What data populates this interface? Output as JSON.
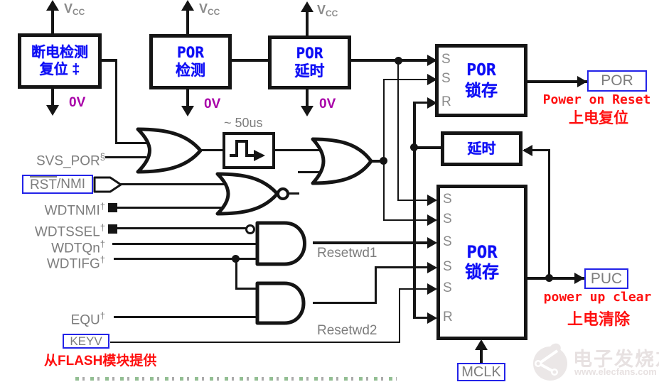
{
  "supply": {
    "vcc": "V",
    "vcc_sub": "CC",
    "gnd": "0V"
  },
  "blocks": {
    "powerdown": {
      "line1": "断电检测",
      "line2": "复位 ‡"
    },
    "por_detect": {
      "line1": "POR",
      "line2": "检测"
    },
    "por_delay": {
      "line1": "POR",
      "line2": "延时"
    },
    "delay": {
      "label": "延时"
    },
    "latch_top": {
      "line1": "POR",
      "line2": "锁存",
      "pins": [
        "S",
        "S",
        "R"
      ]
    },
    "latch_bottom": {
      "line1": "POR",
      "line2": "锁存",
      "pins": [
        "S",
        "S",
        "S",
        "S",
        "S",
        "R"
      ]
    }
  },
  "left_signals": {
    "svs_por": {
      "base": "SVS_POR",
      "sup": "§"
    },
    "rst_nmi": {
      "over": "RST",
      "rest": "/NMI"
    },
    "wdtnmi": {
      "base": "WDTNMI",
      "sup": "†"
    },
    "wdtssel": {
      "base": "WDTSSEL",
      "sup": "†"
    },
    "wdtqn": {
      "base": "WDTQn",
      "sup": "†"
    },
    "wdtifg": {
      "base": "WDTIFG",
      "sup": "†"
    },
    "equ": {
      "base": "EQU",
      "sup": "†"
    },
    "keyv": "KEYV"
  },
  "middle": {
    "pulse_label": "~ 50us",
    "resetwd1": "Resetwd1",
    "resetwd2": "Resetwd2",
    "mclk": "MCLK"
  },
  "outputs": {
    "por": {
      "pin": "POR",
      "caption_en": "Power on Reset",
      "caption_zh": "上电复位"
    },
    "puc": {
      "pin": "PUC",
      "caption_en": "power up clear",
      "caption_zh": "上电清除"
    }
  },
  "notes": {
    "flash": "从FLASH模块提供"
  },
  "watermark": {
    "brand": "电子发烧友",
    "site": "www.elecfans.com"
  },
  "colors": {
    "blue_label": "#0d0df5",
    "gray_label": "#7d7d7d",
    "red_caption": "#ff0f0f",
    "magenta_0v": "#a800a8",
    "pin_border": "#2323e8",
    "wire": "#151515",
    "watermark_gray": "#e7e1e1"
  }
}
